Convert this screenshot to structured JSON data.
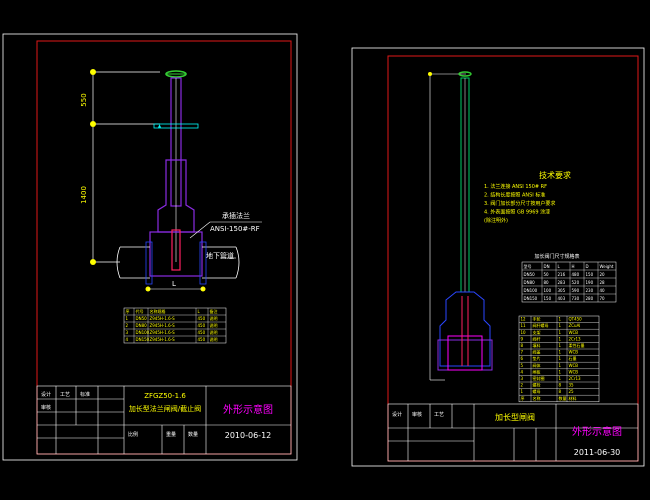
{
  "sheet1": {
    "dim_top": "550",
    "dim_mid": "1400",
    "flange_label": "承插法兰",
    "flange_spec": "ANSI-150#-RF",
    "ground_label": "地下管道",
    "dim_L": "L",
    "parts_table": {
      "headers": [
        "序",
        "代号",
        "名称规格",
        "L",
        "备注"
      ],
      "rows": [
        [
          "1",
          "DN50",
          "Z945H-1.6-S",
          "450",
          "说明"
        ],
        [
          "2",
          "DN80",
          "Z945H-1.6-S",
          "450",
          "说明"
        ],
        [
          "3",
          "DN100",
          "Z945H-1.6-S",
          "450",
          "说明"
        ],
        [
          "4",
          "DN150",
          "Z945H-1.6-S",
          "450",
          "说明"
        ]
      ]
    },
    "title_block": {
      "code": "ZFGZ50-1.6",
      "name": "加长型法兰闸阀/截止阀",
      "drawing_title": "外形示意图",
      "date": "2010-06-12",
      "left_cells": [
        "设计",
        "审核",
        "工艺",
        "标准"
      ],
      "mid_cells": [
        "比例",
        "重量",
        "数量"
      ]
    }
  },
  "sheet2": {
    "tech_title": "技术要求",
    "tech_lines": [
      "1. 法兰连接 ANSI 150# RF",
      "2. 结构长度按照 ANSI 标准",
      "3. 阀门加长部分尺寸按用户要求",
      "4. 外表面按照 GB 9969 涂漆",
      "   (除注明外)"
    ],
    "size_table": {
      "caption": "加长阀门尺寸规格表",
      "headers": [
        "型号",
        "DN",
        "L",
        "H",
        "D",
        "Weight"
      ],
      "rows": [
        [
          "DN50",
          "50",
          "216",
          "480",
          "150",
          "20"
        ],
        [
          "DN80",
          "80",
          "283",
          "520",
          "190",
          "28"
        ],
        [
          "DN100",
          "100",
          "305",
          "590",
          "230",
          "40"
        ],
        [
          "DN150",
          "150",
          "403",
          "730",
          "280",
          "70"
        ]
      ]
    },
    "material_table": {
      "rows": [
        [
          "12",
          "手轮",
          "1",
          "QT450"
        ],
        [
          "11",
          "阀杆螺母",
          "1",
          "ZCuAl"
        ],
        [
          "10",
          "支架",
          "1",
          "WCB"
        ],
        [
          "9",
          "阀杆",
          "1",
          "2Cr13"
        ],
        [
          "8",
          "填料",
          "1",
          "柔性石墨"
        ],
        [
          "7",
          "阀盖",
          "1",
          "WCB"
        ],
        [
          "6",
          "垫片",
          "1",
          "石墨"
        ],
        [
          "5",
          "阀体",
          "1",
          "WCB"
        ],
        [
          "4",
          "闸板",
          "1",
          "WCB"
        ],
        [
          "3",
          "密封圈",
          "1",
          "2Cr13"
        ],
        [
          "2",
          "螺栓",
          "8",
          "35"
        ],
        [
          "1",
          "螺母",
          "8",
          "25"
        ]
      ],
      "footer": [
        "序",
        "名称",
        "数量",
        "材料",
        "备注"
      ]
    },
    "title_block": {
      "name": "加长型闸阀",
      "drawing_title": "外形示意图",
      "date": "2011-06-30",
      "left_cells": [
        "设计",
        "审核",
        "工艺"
      ]
    }
  },
  "colors": {
    "frame": "#e01818",
    "line": "#ffffff",
    "yellow": "#ffff00",
    "magenta": "#ff00ff",
    "cyan": "#00ffff",
    "green": "#33cc33",
    "blue": "#2a46ff",
    "purple": "#8a2be2"
  }
}
